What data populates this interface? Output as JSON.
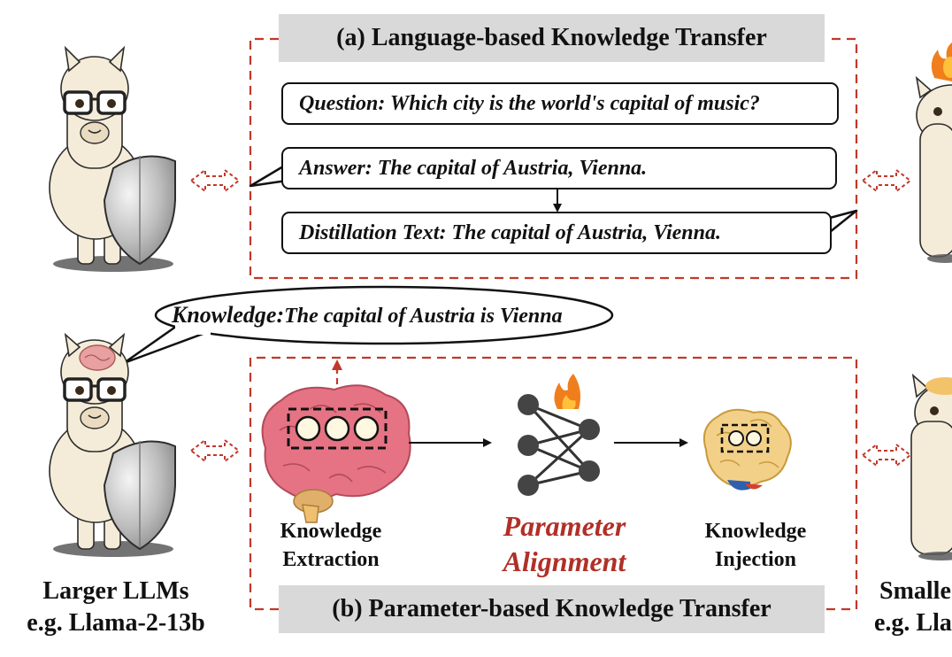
{
  "panel_a": {
    "title": "(a) Language-based Knowledge Transfer",
    "question": "Question: Which city is the world's capital of music?",
    "answer": "Answer: The capital of Austria, Vienna.",
    "distillation": "Distillation Text: The capital of Austria, Vienna."
  },
  "panel_b": {
    "title": "(b) Parameter-based Knowledge Transfer",
    "knowledge_bubble_label": "Knowledge:",
    "knowledge_bubble_text": "The capital of Austria is Vienna",
    "extraction_line1": "Knowledge",
    "extraction_line2": "Extraction",
    "alignment_line1": "Parameter",
    "alignment_line2": "Alignment",
    "injection_line1": "Knowledge",
    "injection_line2": "Injection"
  },
  "left_caption": {
    "line1": "Larger LLMs",
    "line2": "e.g. Llama-2-13b"
  },
  "right_caption": {
    "line1": "Smalle",
    "line2": "e.g. Lla"
  },
  "colors": {
    "dashed_frame": "#c0392b",
    "alignment_text": "#b03027",
    "title_band": "#d9d9d9",
    "brain_large": "#e57384",
    "brain_small": "#f3d088",
    "flame": "#f07e1d"
  }
}
